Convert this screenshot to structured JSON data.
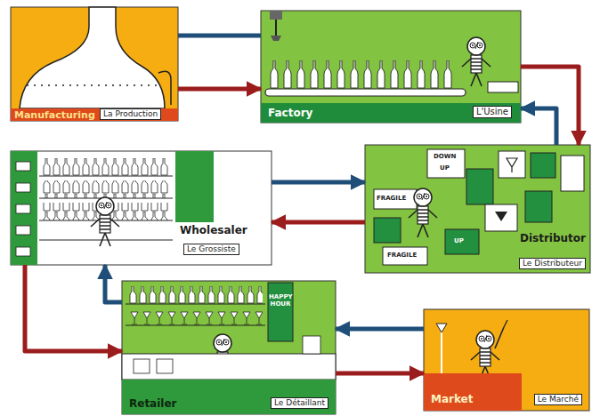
{
  "diagram": {
    "nodes": [
      {
        "text": [
          "Manufacturing",
          "La Production"
        ]
      },
      {
        "text": [
          "Factory",
          "L'Usine"
        ]
      },
      {
        "text": [
          "Distributor",
          "Le Distributeur"
        ]
      },
      {
        "text": [
          "Wholesaler",
          "Le Grossiste"
        ]
      },
      {
        "text": [
          "Retailer",
          "Le Détaillant"
        ]
      },
      {
        "text": [
          "Market",
          "Le Marché"
        ]
      }
    ],
    "edges": [
      {
        "from": 0,
        "to": 1,
        "arrow": "to"
      },
      {
        "from": 0,
        "to": 1,
        "arrow": "none"
      },
      {
        "from": 1,
        "to": 2,
        "arrow": "to"
      },
      {
        "from": 2,
        "to": 1,
        "arrow": "to"
      },
      {
        "from": 2,
        "to": 3,
        "arrow": "to"
      },
      {
        "from": 3,
        "to": 2,
        "arrow": "to"
      },
      {
        "from": 3,
        "to": 4,
        "arrow": "to"
      },
      {
        "from": 4,
        "to": 3,
        "arrow": "to"
      },
      {
        "from": 4,
        "to": 5,
        "arrow": "to"
      },
      {
        "from": 5,
        "to": 4,
        "arrow": "to"
      }
    ],
    "labels": [
      "DOWN",
      "UP",
      "FRAGILE",
      "UP",
      "FRAGILE",
      "HAPPY HOUR"
    ]
  }
}
